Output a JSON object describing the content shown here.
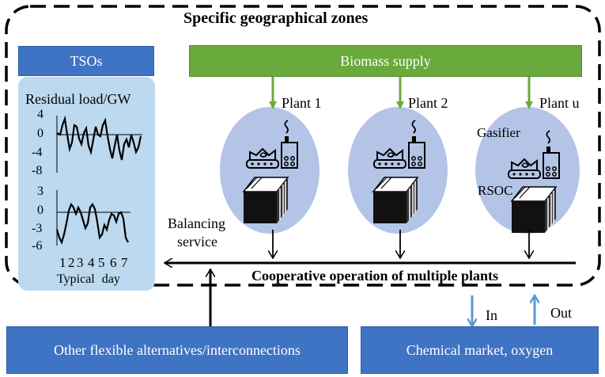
{
  "zone_title": "Specific geographical zones",
  "tso": {
    "header": "TSOs",
    "chart_title": "Residual load/GW",
    "chart1_ticks": [
      "4",
      "0",
      "-4",
      "-8"
    ],
    "chart2_ticks": [
      "3",
      "0",
      "-3",
      "-6"
    ],
    "x_ticks": [
      "1",
      "2",
      "3",
      "4",
      "5",
      "6",
      "7"
    ],
    "x_label": "Typical day"
  },
  "biomass_supply": "Biomass supply",
  "plants": [
    {
      "label": "Plant 1"
    },
    {
      "label": "Plant 2"
    },
    {
      "label": "Plant u"
    }
  ],
  "gasifier_label": "Gasifier",
  "rsoc_label": "RSOC",
  "balancing_service": [
    "Balancing",
    "service"
  ],
  "cooperative_label": "Cooperative operation of multiple plants",
  "other_alternatives": "Other flexible alternatives/interconnections",
  "chemical_market": "Chemical market, oxygen",
  "in_label": "In",
  "out_label": "Out",
  "colors": {
    "blue_box": "#3f73c3",
    "green_box": "#6aaa3c",
    "light_blue_panel": "#bcd9ef",
    "plant_ellipse": "#b3c4e6",
    "arrow_green": "#6aaa3c",
    "arrow_blue": "#5a9ad6"
  }
}
